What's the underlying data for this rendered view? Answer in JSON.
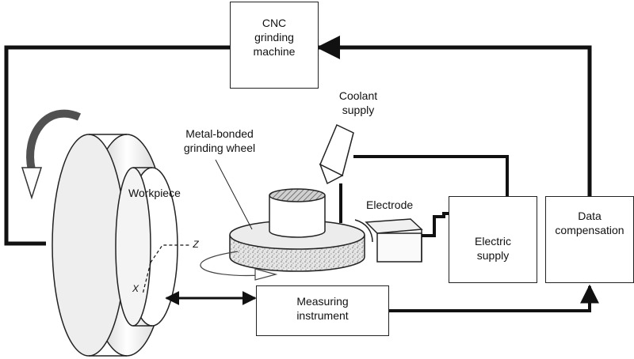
{
  "labels": {
    "cnc": [
      "CNC",
      "grinding",
      "machine"
    ],
    "coolant": [
      "Coolant",
      "supply"
    ],
    "wheel": [
      "Metal-bonded",
      "grinding wheel"
    ],
    "workpiece": "Workpiece",
    "electrode": "Electrode",
    "electric_supply": [
      "Electric",
      "supply"
    ],
    "data_comp": [
      "Data",
      "compensation"
    ],
    "measuring": [
      "Measuring",
      "instrument"
    ],
    "axis_z": "Z",
    "axis_x": "X"
  }
}
